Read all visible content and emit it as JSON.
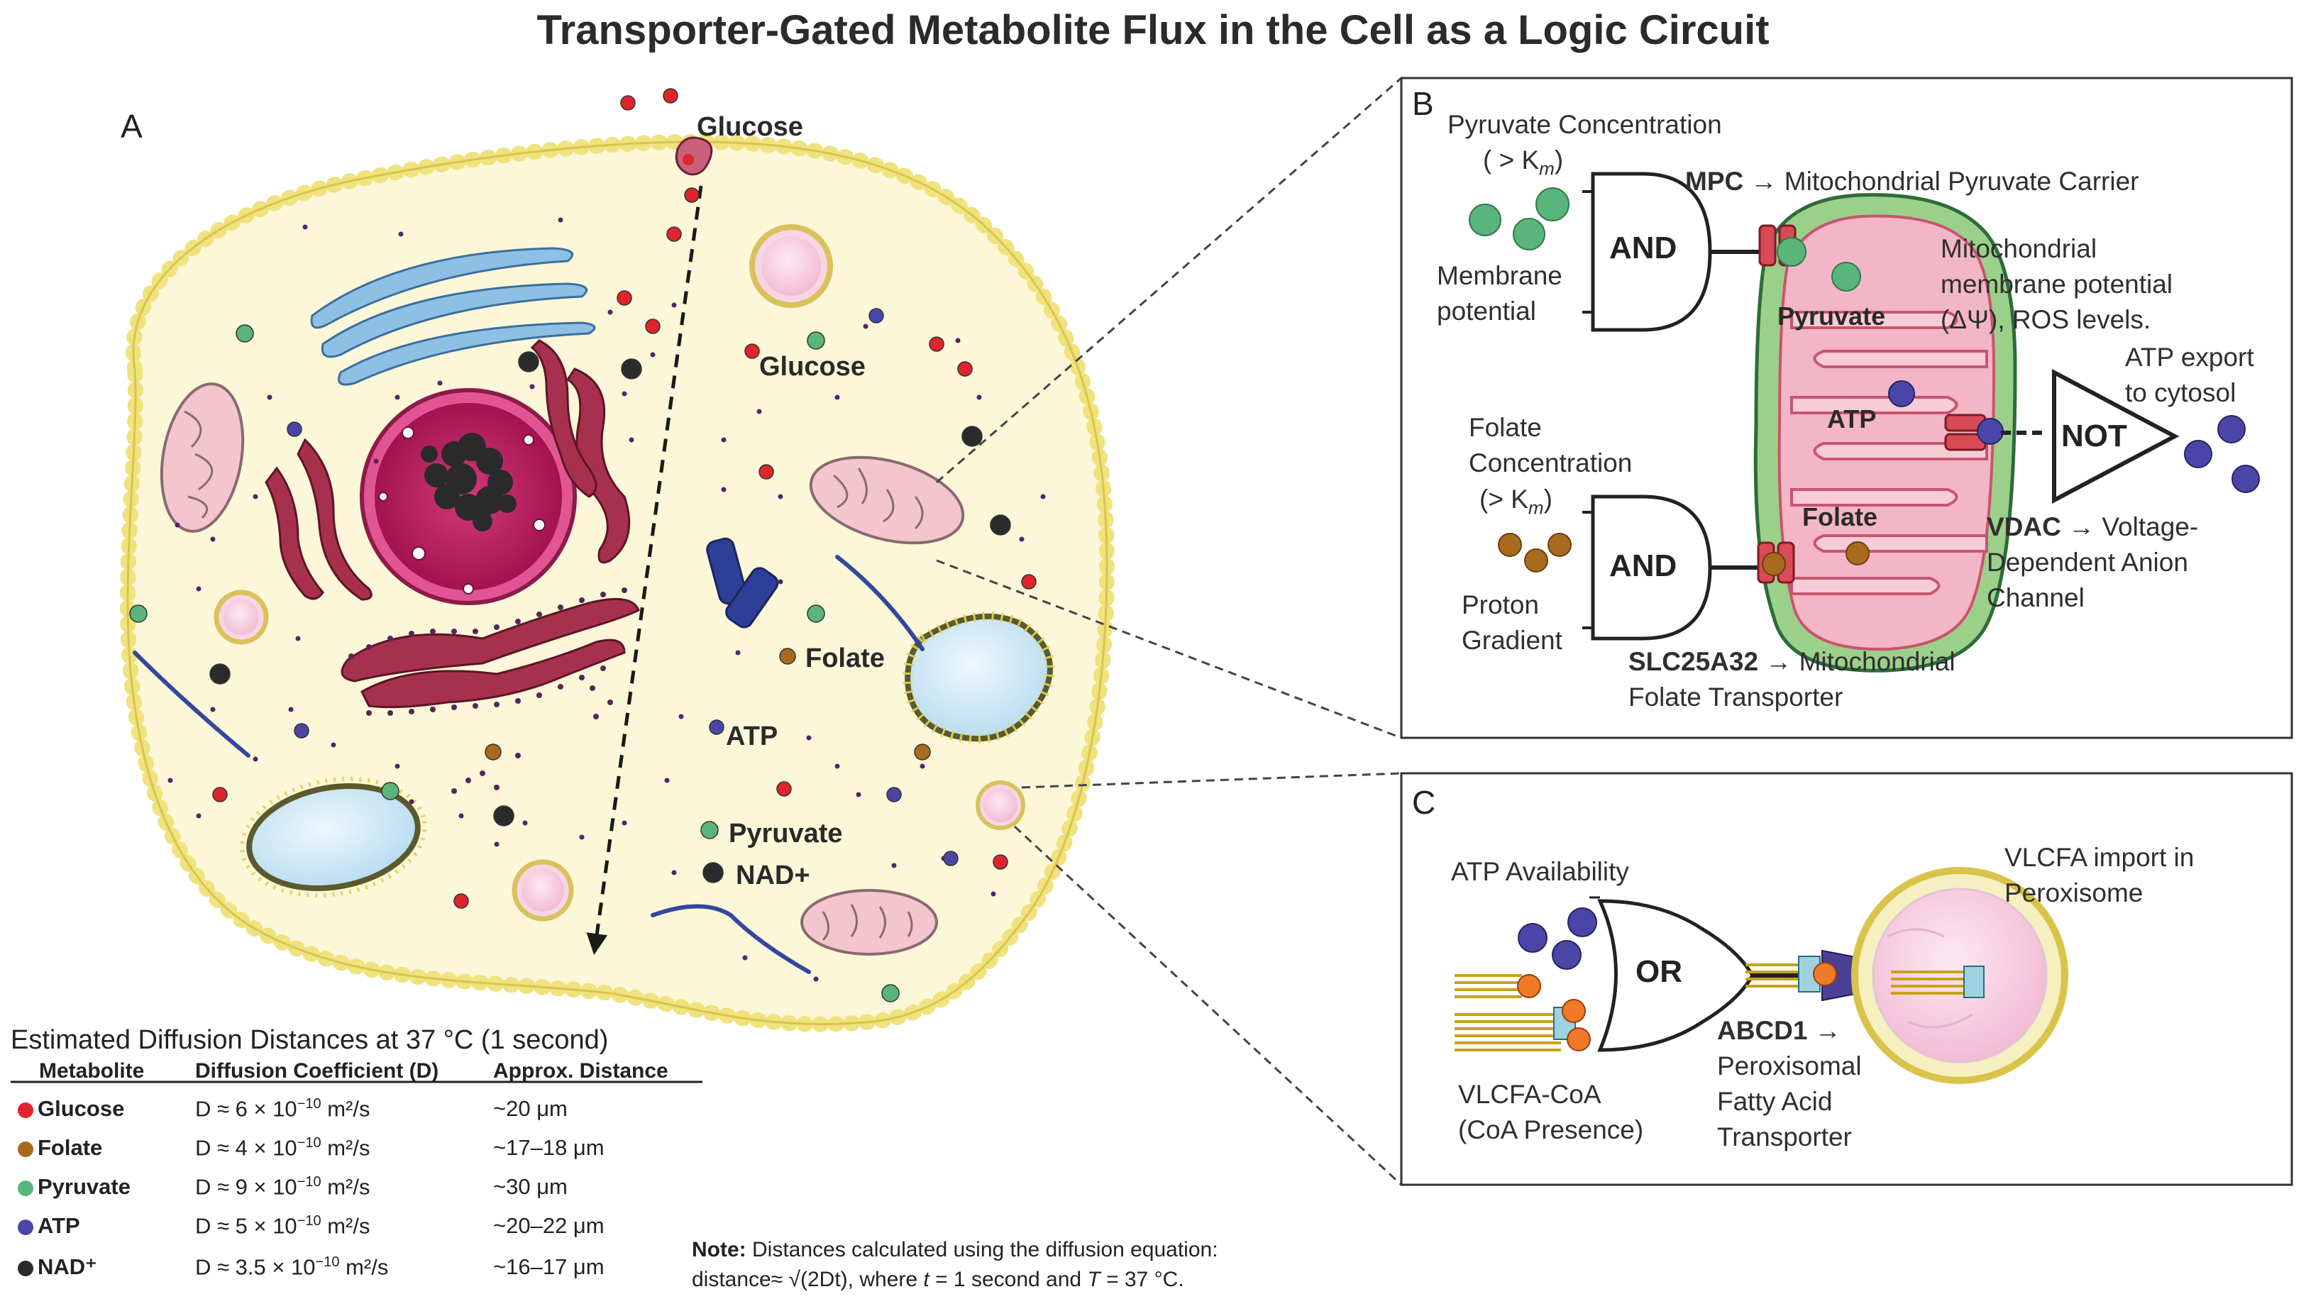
{
  "title": "Transporter-Gated Metabolite Flux in the Cell as a Logic Circuit",
  "colors": {
    "glucose": "#e0242b",
    "folate": "#a86a1e",
    "pyruvate": "#5ab57a",
    "atp": "#4a46a8",
    "nad": "#2b2b2b",
    "cytoplasm": "#fbf7d8",
    "membrane": "#e8da6a",
    "mitochondrion": "#f3c6cf",
    "mito_matrix": "#9bd08a",
    "nucleus": "#c4246b",
    "golgi": "#8dc0e4",
    "transporter": "#d94a55"
  },
  "panel_a": {
    "letter": "A",
    "labels": {
      "glucose_entry": "Glucose",
      "glucose": "Glucose",
      "folate": "Folate",
      "atp": "ATP",
      "pyruvate": "Pyruvate",
      "nad": "NAD+"
    }
  },
  "panel_b": {
    "letter": "B",
    "pyruvate_conc_line1": "Pyruvate  Concentration",
    "pyruvate_conc_line2": "( > K",
    "pyruvate_conc_sub": "m",
    "pyruvate_conc_close": ")",
    "membrane_line1": "Membrane",
    "membrane_line2": "potential",
    "gate1": "AND",
    "mpc_bold": "MPC",
    "mpc_rest": " → Mitochondrial Pyruvate Carrier",
    "mito_line1": "Mitochondrial",
    "mito_line2": "membrane potential",
    "mito_line3": "(ΔΨ), ROS levels.",
    "pyruvate_in": "Pyruvate",
    "atp_in": "ATP",
    "folate_in": "Folate",
    "atp_export_line1": "ATP export",
    "atp_export_line2": "to cytosol",
    "gate_not": "NOT",
    "folate_conc_line1": "Folate",
    "folate_conc_line2": "Concentration",
    "folate_conc_line3": "(> K",
    "folate_conc_sub": "m",
    "folate_conc_close": ")",
    "gate2": "AND",
    "proton_line1": "Proton",
    "proton_line2": "Gradient",
    "vdac_bold": "VDAC",
    "vdac_line1_rest": " → Voltage-",
    "vdac_line2": "Dependent Anion",
    "vdac_line3": "Channel",
    "slc_bold": "SLC25A32",
    "slc_rest": " → Mitochondrial",
    "slc_line2": "Folate Transporter"
  },
  "panel_c": {
    "letter": "C",
    "atp_avail": "ATP Availability",
    "gate_or": "OR",
    "vlcfa_import_line1": "VLCFA import in",
    "vlcfa_import_line2": "Peroxisome",
    "abcd_bold": "ABCD1",
    "abcd_arrow": " →",
    "abcd_line2": "Peroxisomal",
    "abcd_line3": "Fatty Acid",
    "abcd_line4": "Transporter",
    "vlcfa_coa_line1": "VLCFA-CoA",
    "vlcfa_coa_line2": "(CoA Presence)"
  },
  "table": {
    "title": "Estimated Diffusion Distances  at 37 °C (1 second)",
    "headers": [
      "Metabolite",
      "Diffusion Coefficient (D)",
      "Approx. Distance"
    ],
    "rows": [
      {
        "name": "Glucose",
        "d_prefix": "D ≈ 6 × 10",
        "d_exp": "−10",
        "d_unit": " m²/s",
        "dist": "~20 μm",
        "color_key": "glucose"
      },
      {
        "name": "Folate",
        "d_prefix": "D ≈ 4 × 10",
        "d_exp": "−10",
        "d_unit": " m²/s",
        "dist": "~17–18 μm",
        "color_key": "folate"
      },
      {
        "name": "Pyruvate",
        "d_prefix": "D ≈ 9 × 10",
        "d_exp": "−10",
        "d_unit": " m²/s",
        "dist": "~30 μm",
        "color_key": "pyruvate"
      },
      {
        "name": "ATP",
        "d_prefix": "D ≈ 5 × 10",
        "d_exp": "−10",
        "d_unit": " m²/s",
        "dist": "~20–22 μm",
        "color_key": "atp"
      },
      {
        "name": "NAD⁺",
        "d_prefix": "D ≈ 3.5 × 10",
        "d_exp": "−10",
        "d_unit": " m²/s",
        "dist": "~16–17 μm",
        "color_key": "nad"
      }
    ]
  },
  "note": {
    "line1_bold": "Note:",
    "line1_rest": " Distances calculated using the diffusion equation:",
    "line2_a": "distance≈ √(2Dt),  where ",
    "line2_t": "t",
    "line2_b": " = 1 second and ",
    "line2_T": "T",
    "line2_c": " = 37 °C."
  }
}
